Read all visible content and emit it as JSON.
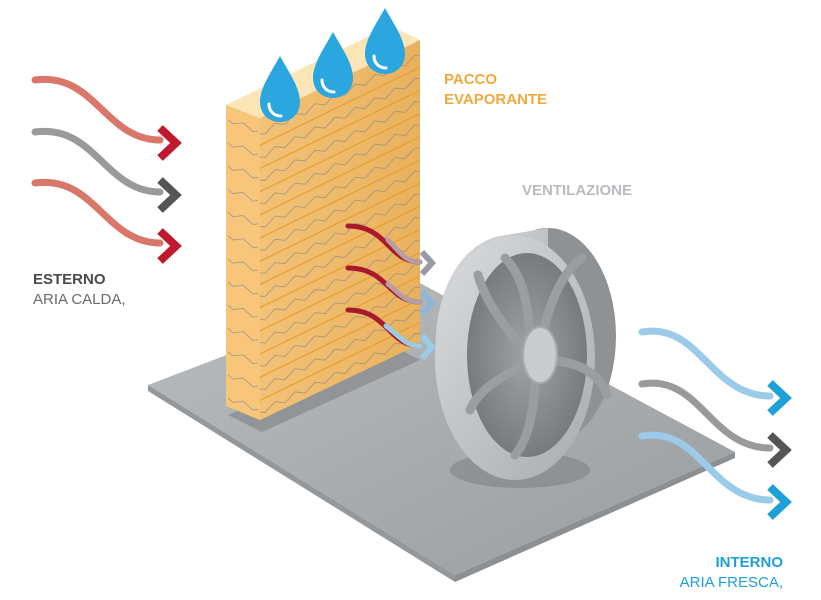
{
  "labels": {
    "pad_line1": "PACCO",
    "pad_line2": "EVAPORANTE",
    "fan": "VENTILAZIONE",
    "outside_title": "ESTERNO",
    "outside_subtitle": "ARIA CALDA,",
    "inside_title": "INTERNO",
    "inside_subtitle": "ARIA FRESCA,"
  },
  "colors": {
    "hot_air": "#d9776a",
    "hot_arrow": "#c0182d",
    "neutral_air": "#9a9a9a",
    "neutral_arrow": "#555555",
    "cool_air": "#9ccbe9",
    "cool_arrow": "#1d9fd8",
    "water_drop": "#2ba6de",
    "pad_face": "#fcd99a",
    "pad_stripe": "#e8a135",
    "pad_label": "#f2a93b",
    "fan_label": "#b8bcbf",
    "base_plate": "#a8abae",
    "fan_body": "#b5b8bb"
  },
  "icons": [
    "water-drop-icon",
    "air-flow-arrow-icon"
  ]
}
